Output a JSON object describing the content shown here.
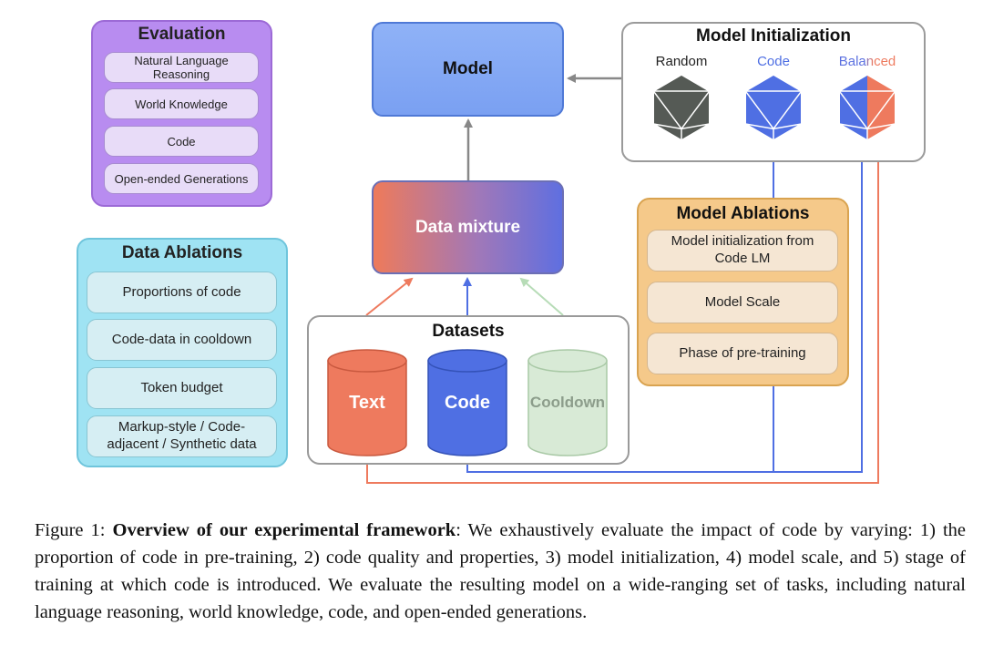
{
  "evaluation": {
    "title": "Evaluation",
    "items": [
      "Natural Language Reasoning",
      "World Knowledge",
      "Code",
      "Open-ended Generations"
    ]
  },
  "data_ablations": {
    "title": "Data Ablations",
    "items": [
      "Proportions of code",
      "Code-data in cooldown",
      "Token budget",
      "Markup-style / Code-adjacent / Synthetic data"
    ]
  },
  "model": {
    "label": "Model"
  },
  "data_mixture": {
    "label": "Data mixture"
  },
  "datasets": {
    "title": "Datasets",
    "cylinders": [
      {
        "label": "Text",
        "color": "#ee7a5e"
      },
      {
        "label": "Code",
        "color": "#4f6fe3"
      },
      {
        "label": "Cooldown",
        "color": "#d8ead6"
      }
    ]
  },
  "model_initialization": {
    "title": "Model Initialization",
    "options": [
      {
        "label": "Random",
        "color": "#555a55"
      },
      {
        "label": "Code",
        "color": "#4f6fe3"
      },
      {
        "label": "Balanced",
        "color": "#ee7a5e"
      }
    ]
  },
  "model_ablations": {
    "title": "Model Ablations",
    "items": [
      "Model initialization from Code LM",
      "Model Scale",
      "Phase of pre-training"
    ]
  },
  "caption": {
    "prefix": "Figure 1: ",
    "bold": "Overview of our experimental framework",
    "text": ": We exhaustively evaluate the impact of code by varying: 1) the proportion of code in pre-training, 2) code quality and properties, 3) model initialization, 4) model scale, and 5) stage of training at which code is introduced. We evaluate the resulting model on a wide-ranging set of tasks, including natural language reasoning, world knowledge, code, and open-ended generations."
  },
  "colors": {
    "text_red": "#ee7a5e",
    "code_blue": "#4f6fe3",
    "cooldown_green": "#d8ead6",
    "arrow_gray": "#888888"
  }
}
